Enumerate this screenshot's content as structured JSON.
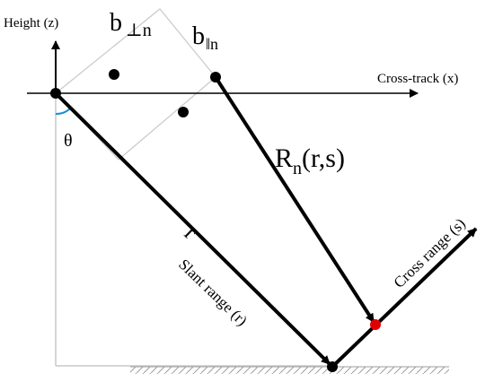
{
  "labels": {
    "height_axis": "Height (z)",
    "cross_track_axis": "Cross-track (x)",
    "b_perp_main": "b",
    "b_perp_sub": "⊥n",
    "b_par_main": "b",
    "b_par_sub": "‖n",
    "theta": "θ",
    "r_main": "R",
    "r_sub": "n",
    "r_args": "(r,s)",
    "r_short": "r",
    "slant_range": "Slant range (r)",
    "cross_range": "Cross range (s)"
  },
  "colors": {
    "ink": "#000000",
    "grid_gray": "#bdbdbd",
    "target_red": "#e00000",
    "angle_blue": "#1a8fd6"
  }
}
